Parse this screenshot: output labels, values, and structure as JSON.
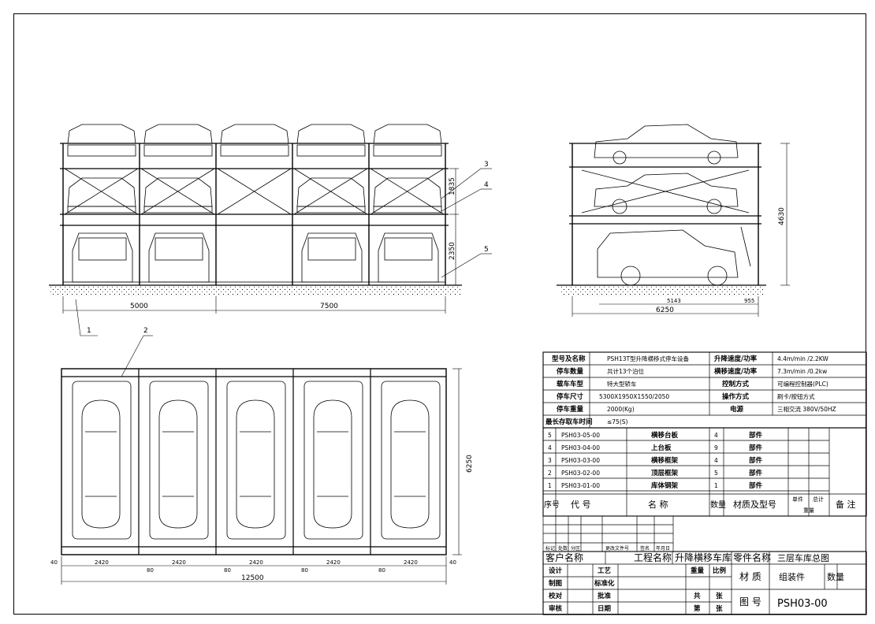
{
  "front_view": {
    "dims": {
      "left_span": "5000",
      "right_span": "7500",
      "upper_height": "1835",
      "lower_height": "2350"
    },
    "leaders": [
      "1",
      "2",
      "3",
      "4",
      "5"
    ]
  },
  "side_view": {
    "dims": {
      "total_height": "4630",
      "width": "6250",
      "inner_width": "5143",
      "offset": "955"
    }
  },
  "plan_view": {
    "dims": {
      "bay": "2420",
      "gap": "80",
      "edge": "40",
      "total_width": "12500",
      "depth": "6250"
    }
  },
  "spec_table": {
    "rows": [
      {
        "l1": "型号及名称",
        "v1": "PSH13T型升降横移式停车设备",
        "l2": "升降速度/功率",
        "v2": "4.4m/min /2.2KW"
      },
      {
        "l1": "停车数量",
        "v1": "共计13个泊位",
        "l2": "横移速度/功率",
        "v2": "7.3m/min /0.2kw"
      },
      {
        "l1": "载车车型",
        "v1": "特大型轿车",
        "l2": "控制方式",
        "v2": "可编程控制器(PLC)"
      },
      {
        "l1": "停车尺寸",
        "v1": "5300X1950X1550/2050",
        "l2": "操作方式",
        "v2": "刷卡/按钮方式"
      },
      {
        "l1": "停车重量",
        "v1": "2000(Kg)",
        "l2": "电源",
        "v2": "三相交流    380V/50HZ"
      },
      {
        "l1": "最长存取车时间",
        "v1": "≤75(S)",
        "l2": "",
        "v2": ""
      }
    ]
  },
  "parts_list": {
    "rows": [
      {
        "no": "5",
        "code": "PSH03-05-00",
        "name": "横移台板",
        "qty": "4",
        "mat": "部件"
      },
      {
        "no": "4",
        "code": "PSH03-04-00",
        "name": "上台板",
        "qty": "9",
        "mat": "部件"
      },
      {
        "no": "3",
        "code": "PSH03-03-00",
        "name": "横移框架",
        "qty": "4",
        "mat": "部件"
      },
      {
        "no": "2",
        "code": "PSH03-02-00",
        "name": "顶层框架",
        "qty": "5",
        "mat": "部件"
      },
      {
        "no": "1",
        "code": "PSH03-01-00",
        "name": "库体钢架",
        "qty": "1",
        "mat": "部件"
      }
    ],
    "header": {
      "no": "序号",
      "code": "代    号",
      "name": "名    称",
      "qty": "数量",
      "mat": "材质及型号",
      "unit_w": "单件",
      "total_w": "总计",
      "weight": "重量",
      "remark": "备 注"
    }
  },
  "revision_block": {
    "labels": [
      "标记",
      "处数",
      "分区",
      "更改文件号",
      "签名",
      "年月日"
    ]
  },
  "title_block": {
    "client_label": "客户名称",
    "project_label": "工程名称",
    "project_value": "升降横移车库",
    "part_label": "零件名称",
    "part_value": "三层车库总图",
    "design": "设计",
    "drafting": "制图",
    "check": "校对",
    "review": "审核",
    "process": "工艺",
    "standard": "标准化",
    "approve": "批准",
    "date": "日期",
    "weight": "重量",
    "scale": "比例",
    "total": "共",
    "sheet_unit": "张",
    "page": "第",
    "sheet_unit2": "张",
    "material_label": "材 质",
    "material_value": "组装件",
    "qty_label": "数量",
    "drawing_no_label": "图 号",
    "drawing_no_value": "PSH03-00"
  }
}
